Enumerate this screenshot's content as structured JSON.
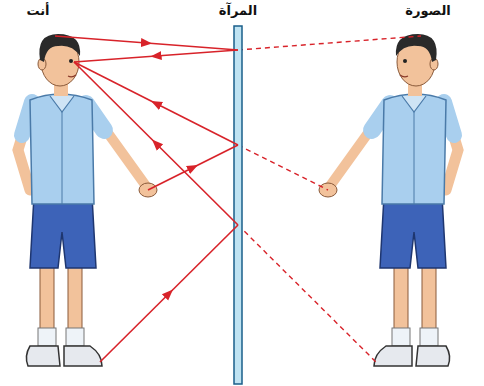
{
  "diagram": {
    "labels": [
      "أنت",
      "المرآة",
      "الصورة"
    ]
  }
}
